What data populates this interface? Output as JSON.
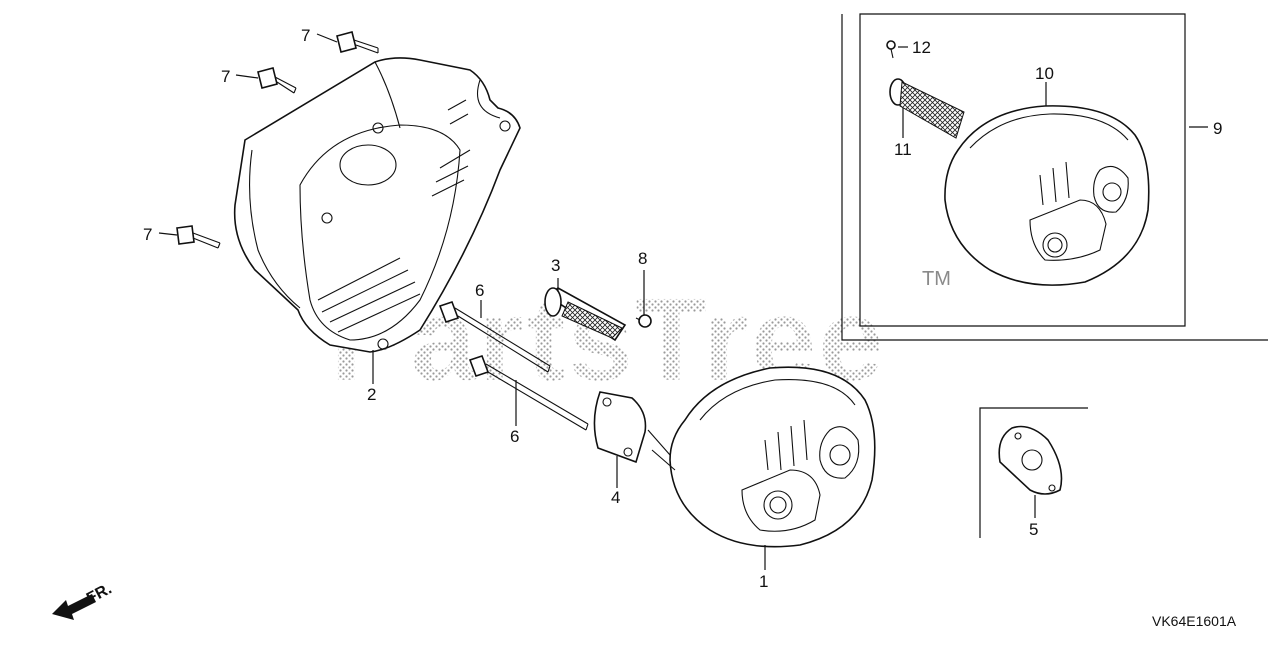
{
  "watermark": {
    "text": "PartsTree",
    "trademark": "TM"
  },
  "drawing_code": "VK64E1601A",
  "front_marker": "FR.",
  "callouts": [
    "1",
    "2",
    "3",
    "4",
    "5",
    "6",
    "6",
    "7",
    "7",
    "7",
    "8",
    "9",
    "10",
    "11",
    "12"
  ]
}
